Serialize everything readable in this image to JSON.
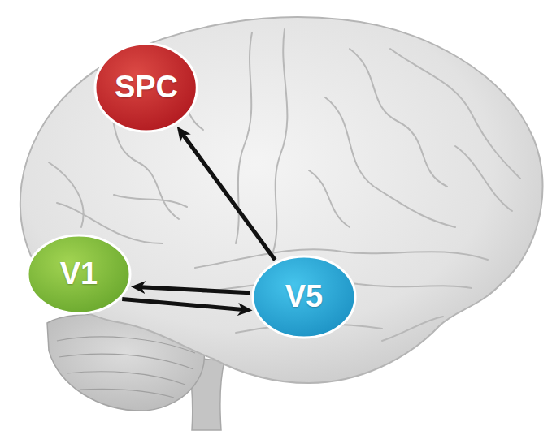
{
  "diagram": {
    "nodes": [
      {
        "text": [
          "SPC"
        ]
      },
      {
        "text": [
          "V1"
        ]
      },
      {
        "text": [
          "V5"
        ]
      }
    ],
    "edges": [
      {
        "from": 2,
        "to": 0,
        "arrow": "to"
      },
      {
        "from": 2,
        "to": 1,
        "arrow": "to"
      },
      {
        "from": 1,
        "to": 2,
        "arrow": "to"
      }
    ]
  }
}
